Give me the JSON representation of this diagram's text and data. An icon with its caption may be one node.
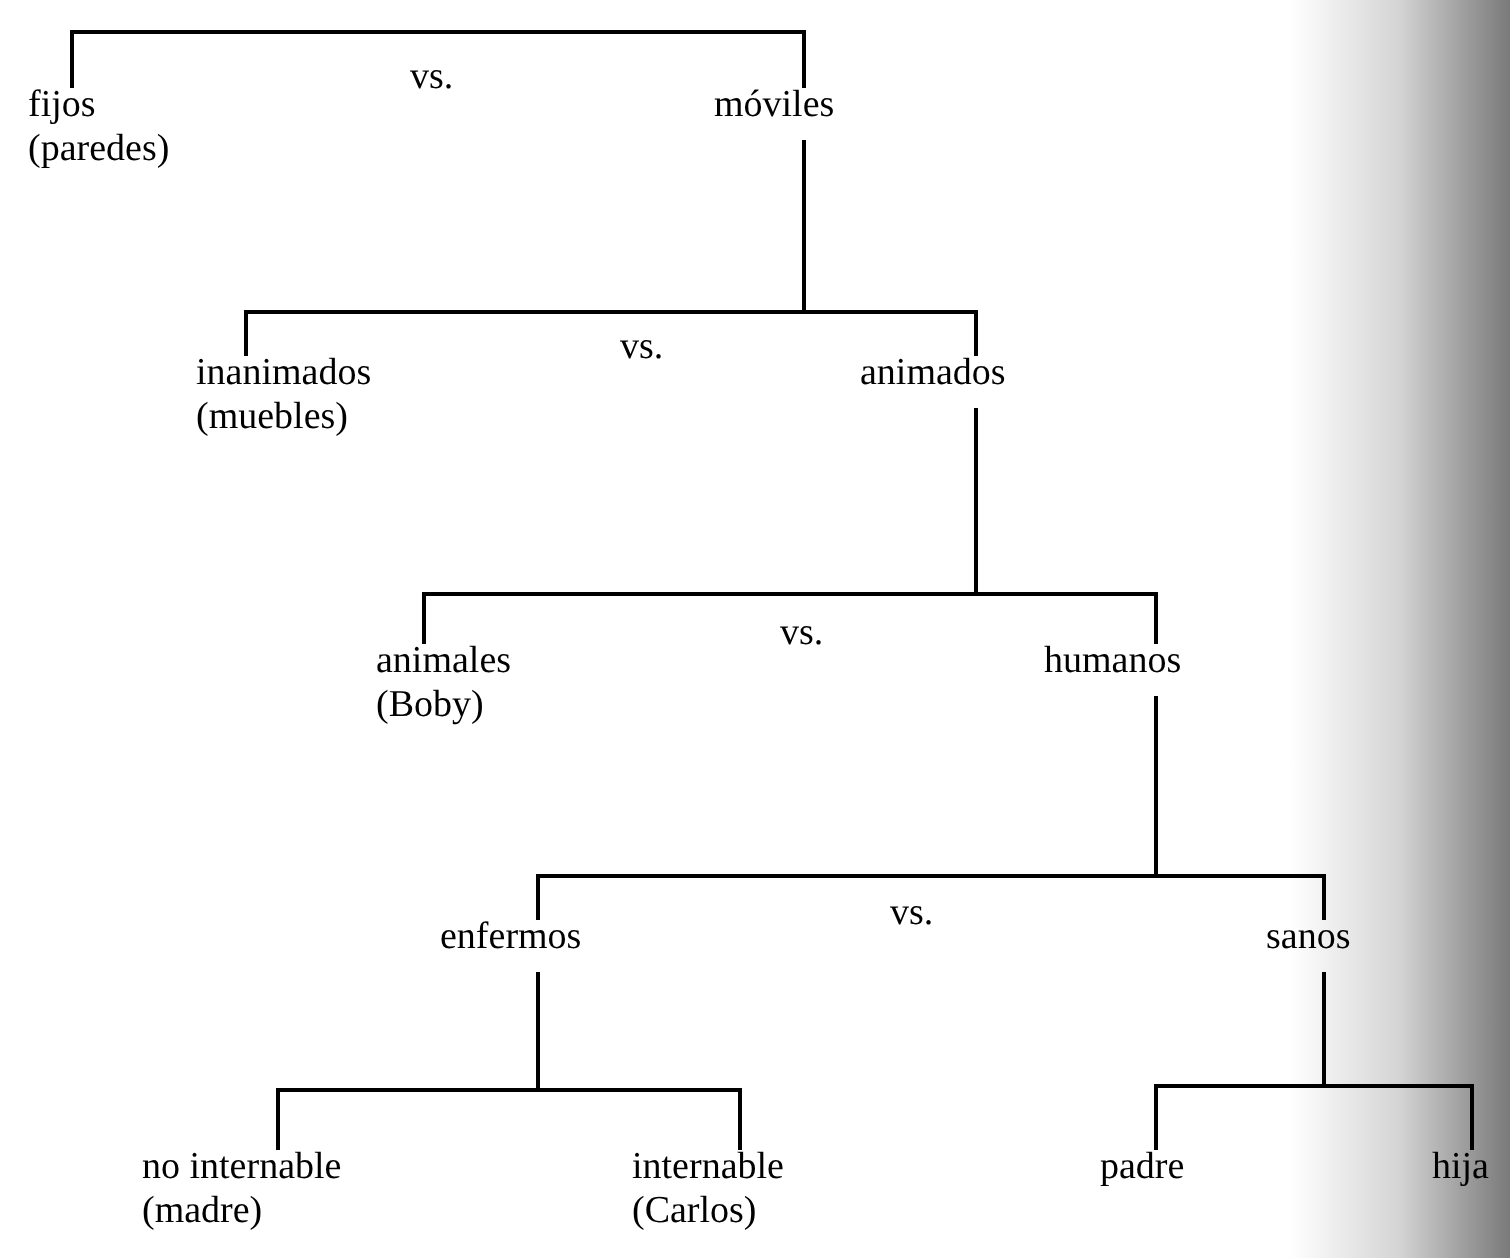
{
  "diagram": {
    "nodes": [
      {
        "text": [
          "fijos (paredes)"
        ]
      },
      {
        "text": [
          "móviles"
        ]
      },
      {
        "text": [
          "inanimados (muebles)"
        ]
      },
      {
        "text": [
          "animados"
        ]
      },
      {
        "text": [
          "animales (Boby)"
        ]
      },
      {
        "text": [
          "humanos"
        ]
      },
      {
        "text": [
          "enfermos"
        ]
      },
      {
        "text": [
          "sanos"
        ]
      },
      {
        "text": [
          "no internable (madre)"
        ]
      },
      {
        "text": [
          "internable (Carlos)"
        ]
      },
      {
        "text": [
          "padre"
        ]
      },
      {
        "text": [
          "hija"
        ]
      }
    ],
    "edges": [
      {
        "from": 0,
        "to": 1,
        "arrow": "none"
      },
      {
        "from": 1,
        "to": 2,
        "arrow": "none"
      },
      {
        "from": 1,
        "to": 3,
        "arrow": "none"
      },
      {
        "from": 3,
        "to": 4,
        "arrow": "none"
      },
      {
        "from": 3,
        "to": 5,
        "arrow": "none"
      },
      {
        "from": 5,
        "to": 6,
        "arrow": "none"
      },
      {
        "from": 5,
        "to": 7,
        "arrow": "none"
      },
      {
        "from": 6,
        "to": 8,
        "arrow": "none"
      },
      {
        "from": 6,
        "to": 9,
        "arrow": "none"
      },
      {
        "from": 7,
        "to": 10,
        "arrow": "none"
      },
      {
        "from": 7,
        "to": 11,
        "arrow": "none"
      }
    ],
    "labels": [
      "vs.",
      "vs.",
      "vs.",
      "vs."
    ]
  }
}
